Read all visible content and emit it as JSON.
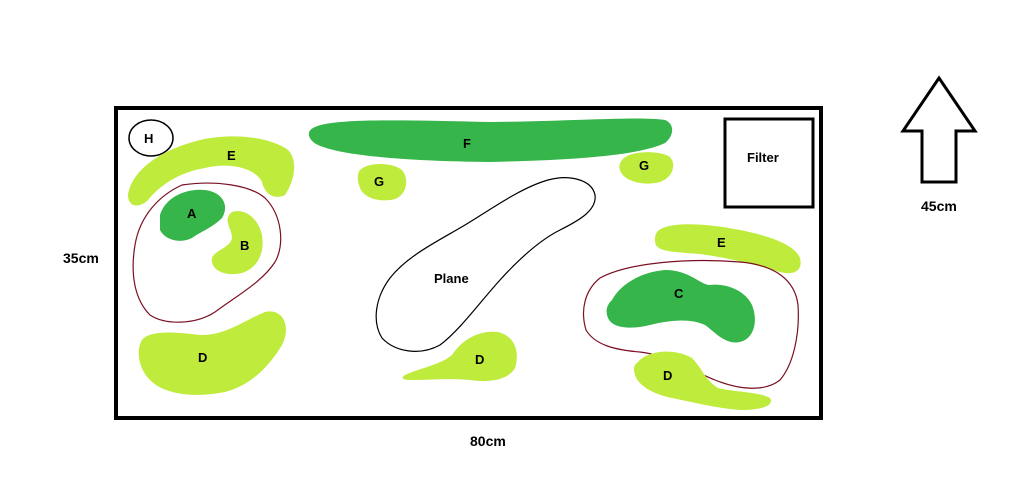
{
  "dimensions": {
    "width_label": "80cm",
    "depth_label": "35cm",
    "height_label": "45cm"
  },
  "labels": {
    "H": "H",
    "E_left": "E",
    "A": "A",
    "B": "B",
    "D_left": "D",
    "F": "F",
    "G_left": "G",
    "G_right": "G",
    "plane": "Plane",
    "D_middle": "D",
    "filter": "Filter",
    "E_right": "E",
    "C": "C",
    "D_right": "D"
  },
  "colors": {
    "light_green": "#bfeb3c",
    "dark_green": "#35b54a",
    "outline_dark_red": "#7a1022",
    "tank_border": "#000000"
  },
  "icons": {
    "direction_arrow": "up-arrow-icon"
  }
}
